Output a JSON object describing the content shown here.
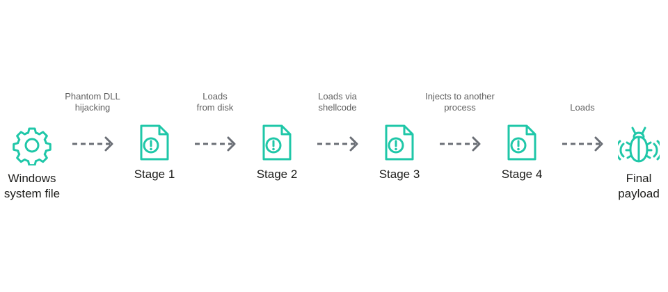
{
  "colors": {
    "icon": "#1fc7a8",
    "arrow": "#6b6f76",
    "label": "#1d1d1b",
    "edge_label": "#5f5f5f"
  },
  "nodes": [
    {
      "icon": "gear-icon",
      "label": "Windows\nsystem file"
    },
    {
      "icon": "file-alert-icon",
      "label": "Stage 1"
    },
    {
      "icon": "file-alert-icon",
      "label": "Stage 2"
    },
    {
      "icon": "file-alert-icon",
      "label": "Stage 3"
    },
    {
      "icon": "file-alert-icon",
      "label": "Stage 4"
    },
    {
      "icon": "bug-icon",
      "label": "Final\npayload"
    }
  ],
  "edges": [
    {
      "label": "Phantom DLL\nhijacking"
    },
    {
      "label": "Loads\nfrom disk"
    },
    {
      "label": "Loads via\nshellcode"
    },
    {
      "label": "Injects to another\nprocess"
    },
    {
      "label": "Loads"
    }
  ]
}
